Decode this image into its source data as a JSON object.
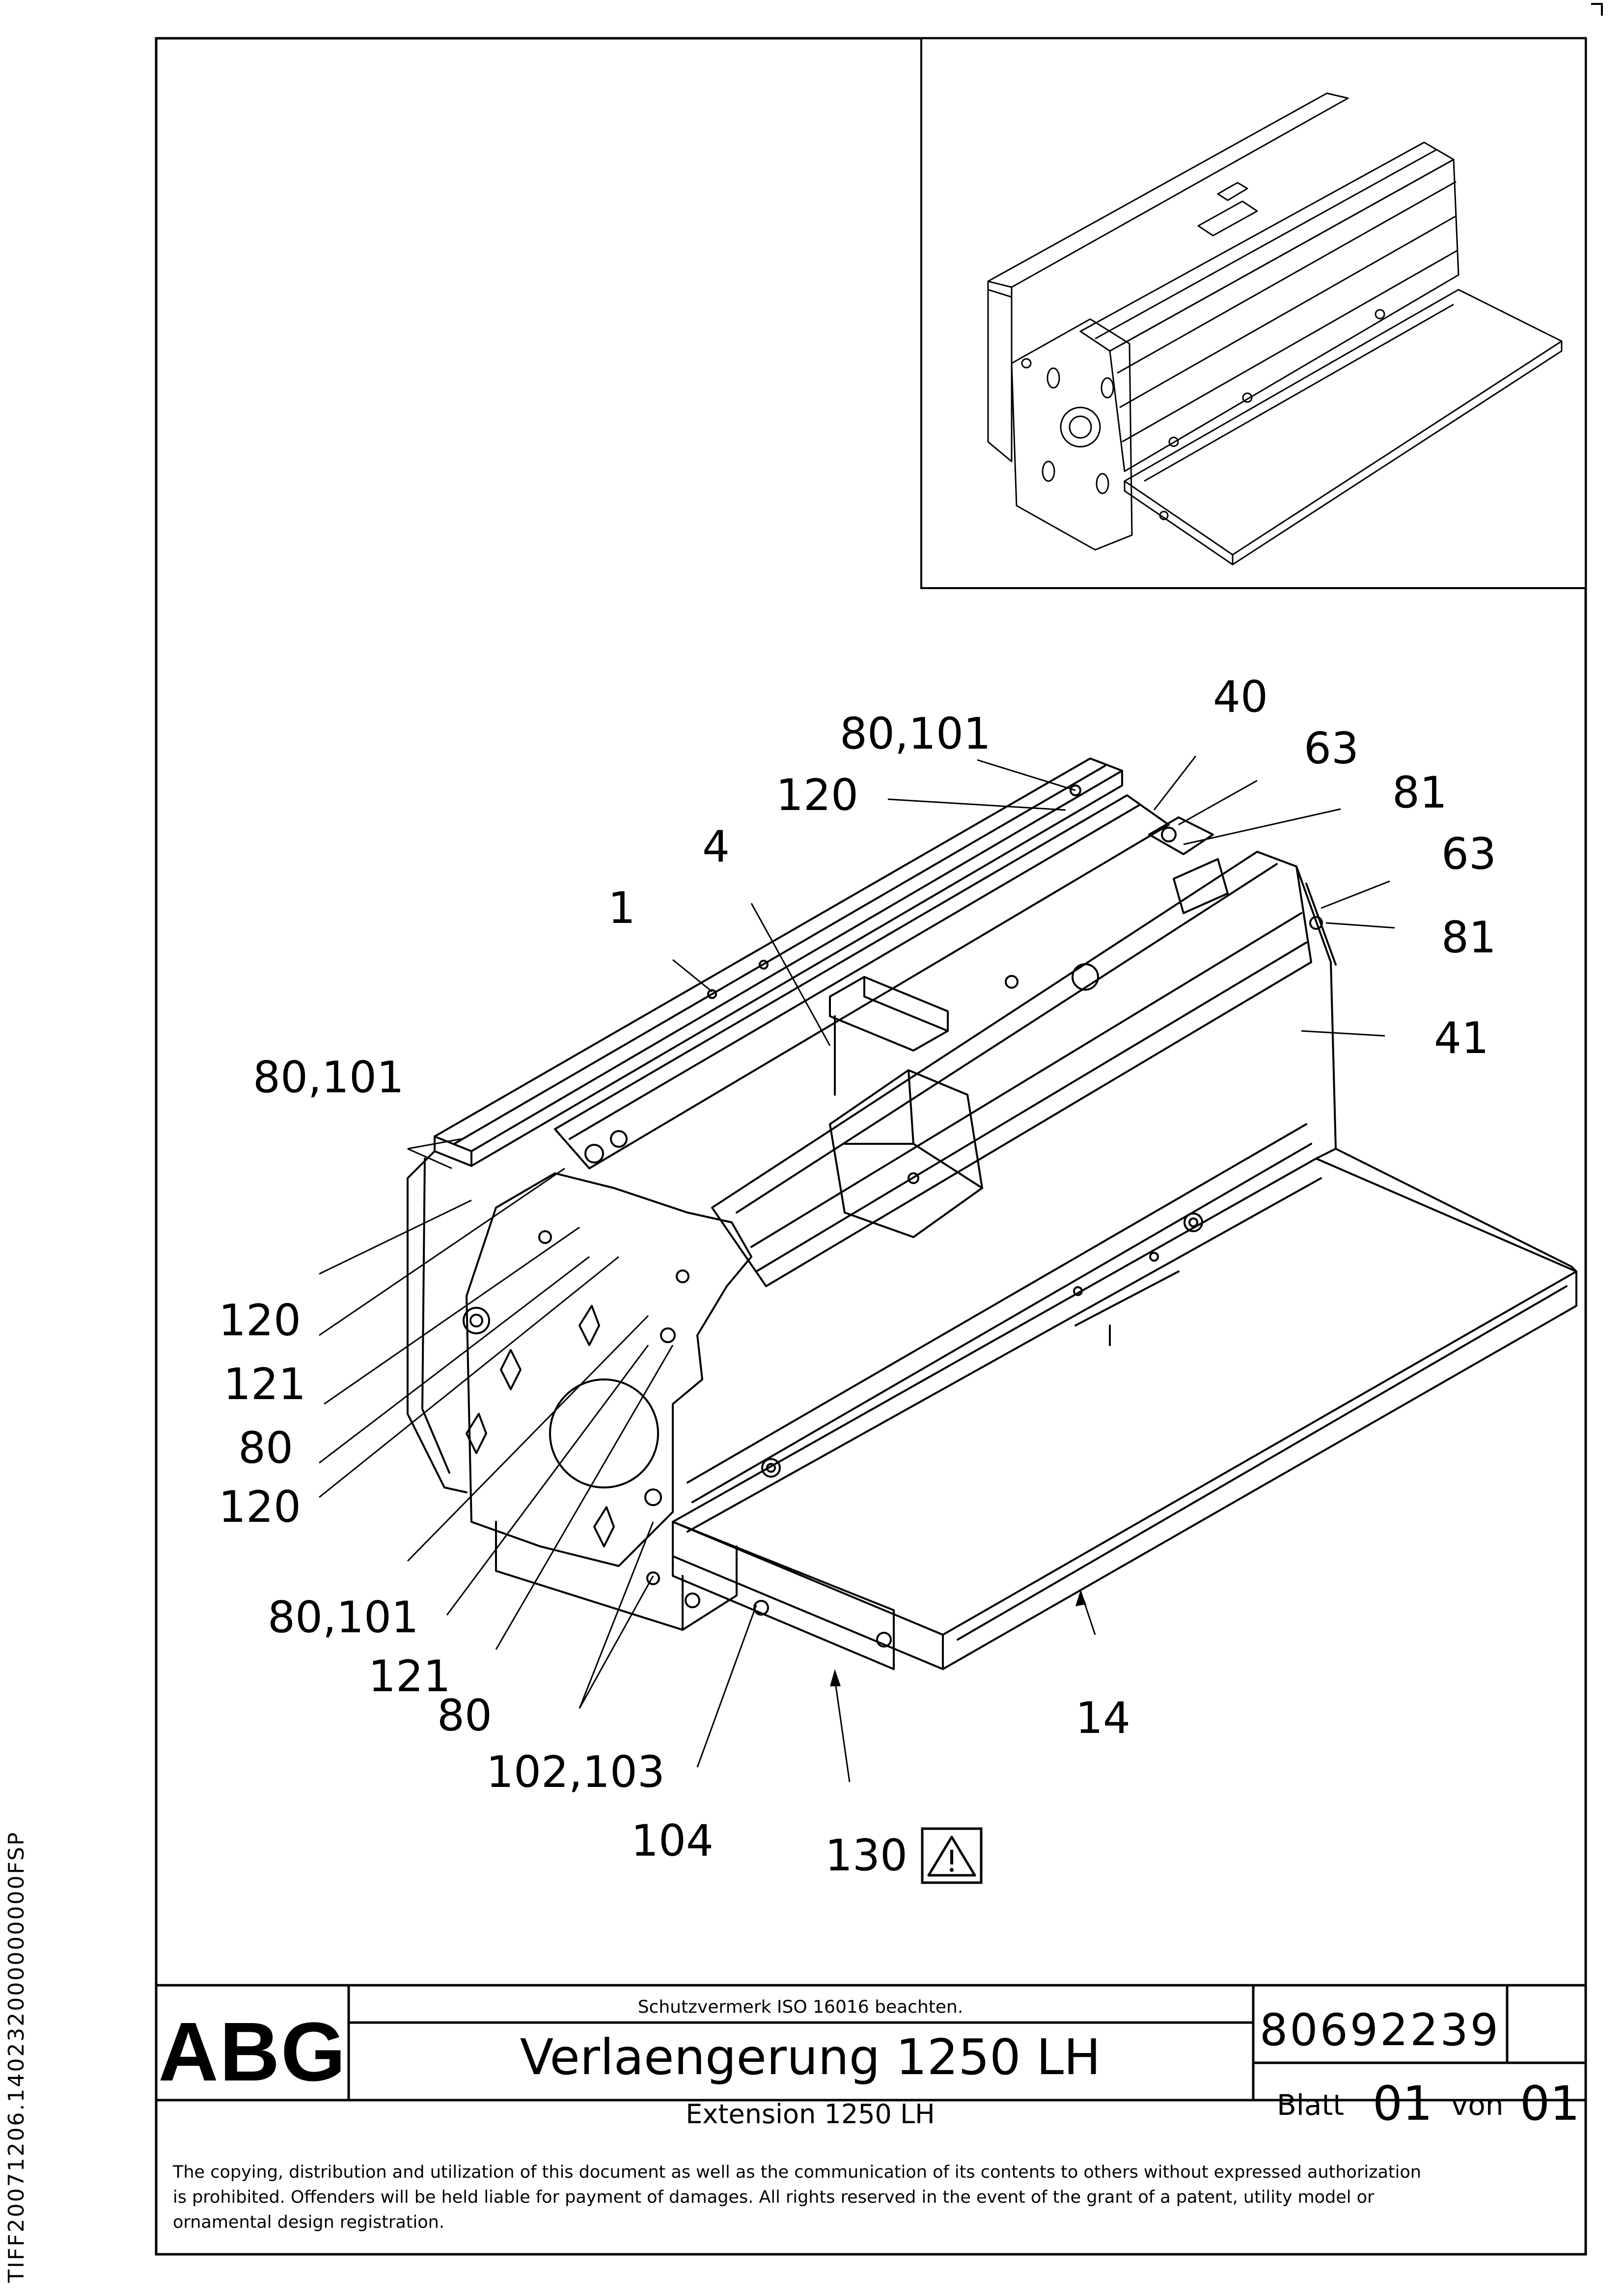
{
  "sheet": {
    "side_code": "TIFF20071206.140232000000000FSP"
  },
  "callouts": [
    {
      "id": "c-80-101-top",
      "text": "80,101"
    },
    {
      "id": "c-120-top",
      "text": "120"
    },
    {
      "id": "c-40",
      "text": "40"
    },
    {
      "id": "c-63-a",
      "text": "63"
    },
    {
      "id": "c-81-a",
      "text": "81"
    },
    {
      "id": "c-63-b",
      "text": "63"
    },
    {
      "id": "c-81-b",
      "text": "81"
    },
    {
      "id": "c-4",
      "text": "4"
    },
    {
      "id": "c-1",
      "text": "1"
    },
    {
      "id": "c-41",
      "text": "41"
    },
    {
      "id": "c-80-101-left",
      "text": "80,101"
    },
    {
      "id": "c-120-a",
      "text": "120"
    },
    {
      "id": "c-121-a",
      "text": "121"
    },
    {
      "id": "c-80-a",
      "text": "80"
    },
    {
      "id": "c-120-b",
      "text": "120"
    },
    {
      "id": "c-80-101-low",
      "text": "80,101"
    },
    {
      "id": "c-121-b",
      "text": "121"
    },
    {
      "id": "c-80-b",
      "text": "80"
    },
    {
      "id": "c-102-103",
      "text": "102,103"
    },
    {
      "id": "c-104",
      "text": "104"
    },
    {
      "id": "c-130",
      "text": "130"
    },
    {
      "id": "c-14",
      "text": "14"
    }
  ],
  "title_block": {
    "logo": "ABG",
    "notice": "Schutzvermerk ISO 16016 beachten.",
    "title_de": "Verlaengerung 1250 LH",
    "title_en": "Extension 1250 LH",
    "drawing_number": "80692239",
    "sheet_label": "Blatt",
    "sheet_number": "01",
    "of_label": "von",
    "sheet_total": "01",
    "copyright_lines": [
      "The copying, distribution and utilization of this document as well as the communication of its contents to others without expressed authorization",
      "is prohibited. Offenders will be held liable for payment of damages. All rights reserved in the event of the grant of a patent, utility model or",
      "ornamental design registration."
    ]
  }
}
